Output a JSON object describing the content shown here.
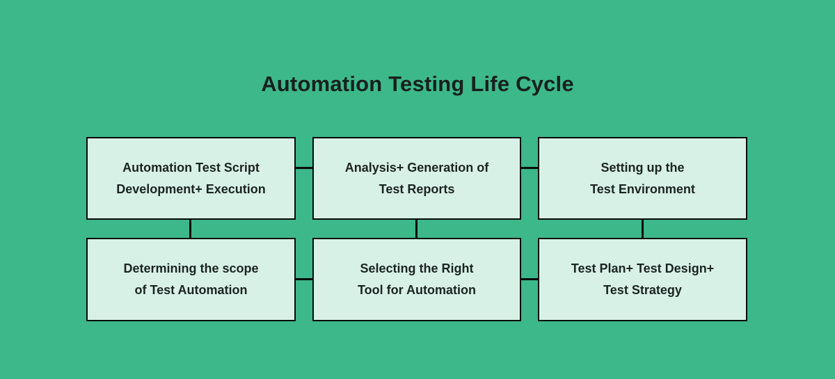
{
  "title": "Automation Testing Life Cycle",
  "colors": {
    "background": "#3db88a",
    "box_fill": "#d8f1e7",
    "line": "#0a0a0a",
    "title_text": "#17201e",
    "box_text": "#1b2422"
  },
  "diagram": {
    "boxes": [
      {
        "id": "automation-test-script-development-execution",
        "lines": [
          "Automation Test Script",
          "Development+ Execution"
        ]
      },
      {
        "id": "analysis-generation-of-test-reports",
        "lines": [
          "Analysis+ Generation of",
          "Test Reports"
        ]
      },
      {
        "id": "setting-up-the-test-environment",
        "lines": [
          "Setting up the",
          "Test Environment"
        ]
      },
      {
        "id": "determining-the-scope-of-test-automation",
        "lines": [
          "Determining the scope",
          "of Test Automation"
        ]
      },
      {
        "id": "selecting-the-right-tool-for-automation",
        "lines": [
          "Selecting the Right",
          "Tool for Automation"
        ]
      },
      {
        "id": "test-plan-test-design-test-strategy",
        "lines": [
          "Test Plan+ Test Design+",
          "Test Strategy"
        ]
      }
    ]
  }
}
